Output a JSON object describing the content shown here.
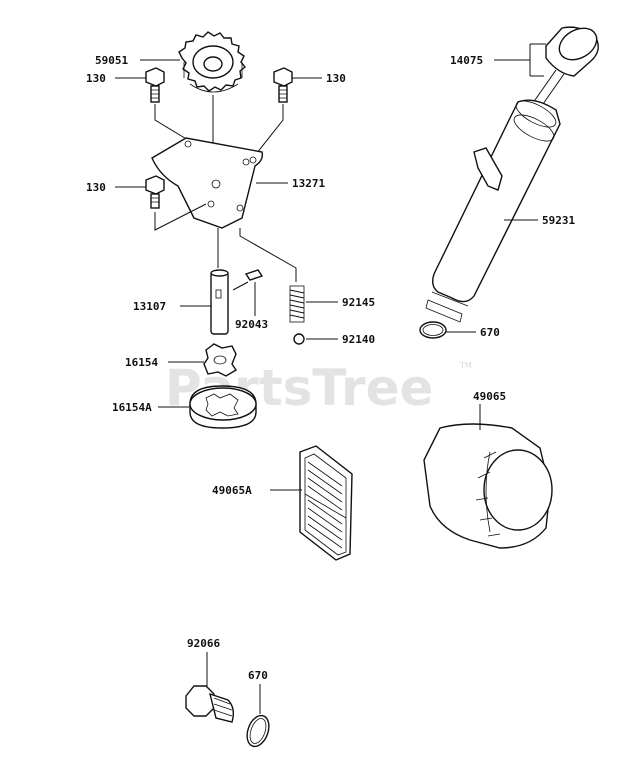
{
  "watermark": {
    "text": "PartsTree",
    "tm": "TM"
  },
  "labels": {
    "p59051": "59051",
    "p130_left": "130",
    "p130_right": "130",
    "p130_mid": "130",
    "p13271": "13271",
    "p13107": "13107",
    "p92043": "92043",
    "p92145": "92145",
    "p92140": "92140",
    "p16154": "16154",
    "p16154A": "16154A",
    "p14075": "14075",
    "p59231": "59231",
    "p670_top": "670",
    "p49065": "49065",
    "p49065A": "49065A",
    "p92066": "92066",
    "p670_bottom": "670"
  }
}
